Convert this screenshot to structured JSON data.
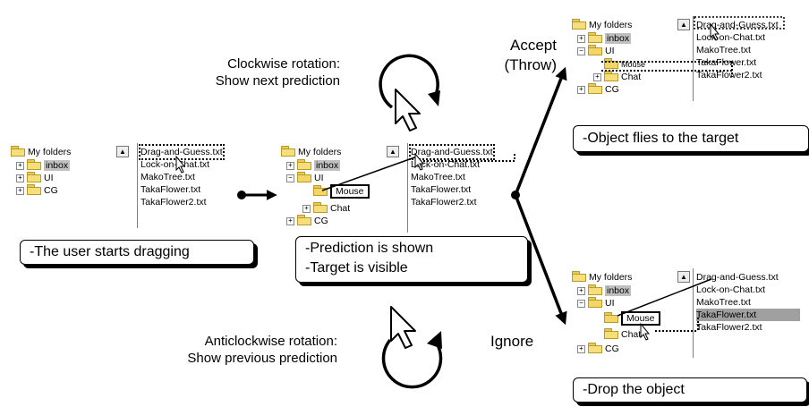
{
  "root_folder": "My folders",
  "folders": {
    "inbox": "inbox",
    "ui": "UI",
    "cg": "CG",
    "mouse": "Mouse",
    "chat": "Chat"
  },
  "files": [
    "Drag-and-Guess.txt",
    "Lock-on-Chat.txt",
    "MakoTree.txt",
    "TakaFlower.txt",
    "TakaFlower2.txt"
  ],
  "callouts": {
    "start": "-The user starts dragging",
    "prediction_line1": "-Prediction is shown",
    "prediction_line2": "-Target is visible",
    "flies": "-Object flies to the target",
    "drop": "-Drop the object"
  },
  "labels": {
    "clockwise_1": "Clockwise rotation:",
    "clockwise_2": "Show next prediction",
    "anticlockwise_1": "Anticlockwise rotation:",
    "anticlockwise_2": "Show previous prediction",
    "accept_1": "Accept",
    "accept_2": "(Throw)",
    "ignore": "Ignore"
  },
  "icons": [
    "folder-icon",
    "expander-plus-icon",
    "expander-minus-icon",
    "scroll-up-arrow-icon",
    "mouse-cursor-icon",
    "clockwise-arrow-icon",
    "anticlockwise-arrow-icon"
  ]
}
